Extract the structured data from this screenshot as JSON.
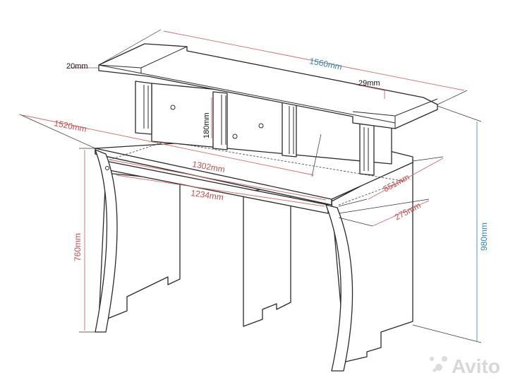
{
  "dimensions": {
    "total_width": "1560mm",
    "desk_width": "1520mm",
    "shelf_thickness": "20mm",
    "top_shelf_end": "29mm",
    "shelf_height": "180mm",
    "tray_width": "1302mm",
    "tray_inner": "1234mm",
    "tray_depth": "551mm",
    "tray_depth_small": "275mm",
    "desk_height": "760mm",
    "total_height": "980mm"
  },
  "colors": {
    "red_dimension": "#c0504d",
    "blue_dimension": "#2f86b8",
    "outline": "#2b2b2b"
  },
  "watermark": {
    "text": "Avito",
    "icon": "avito-dots-icon"
  }
}
